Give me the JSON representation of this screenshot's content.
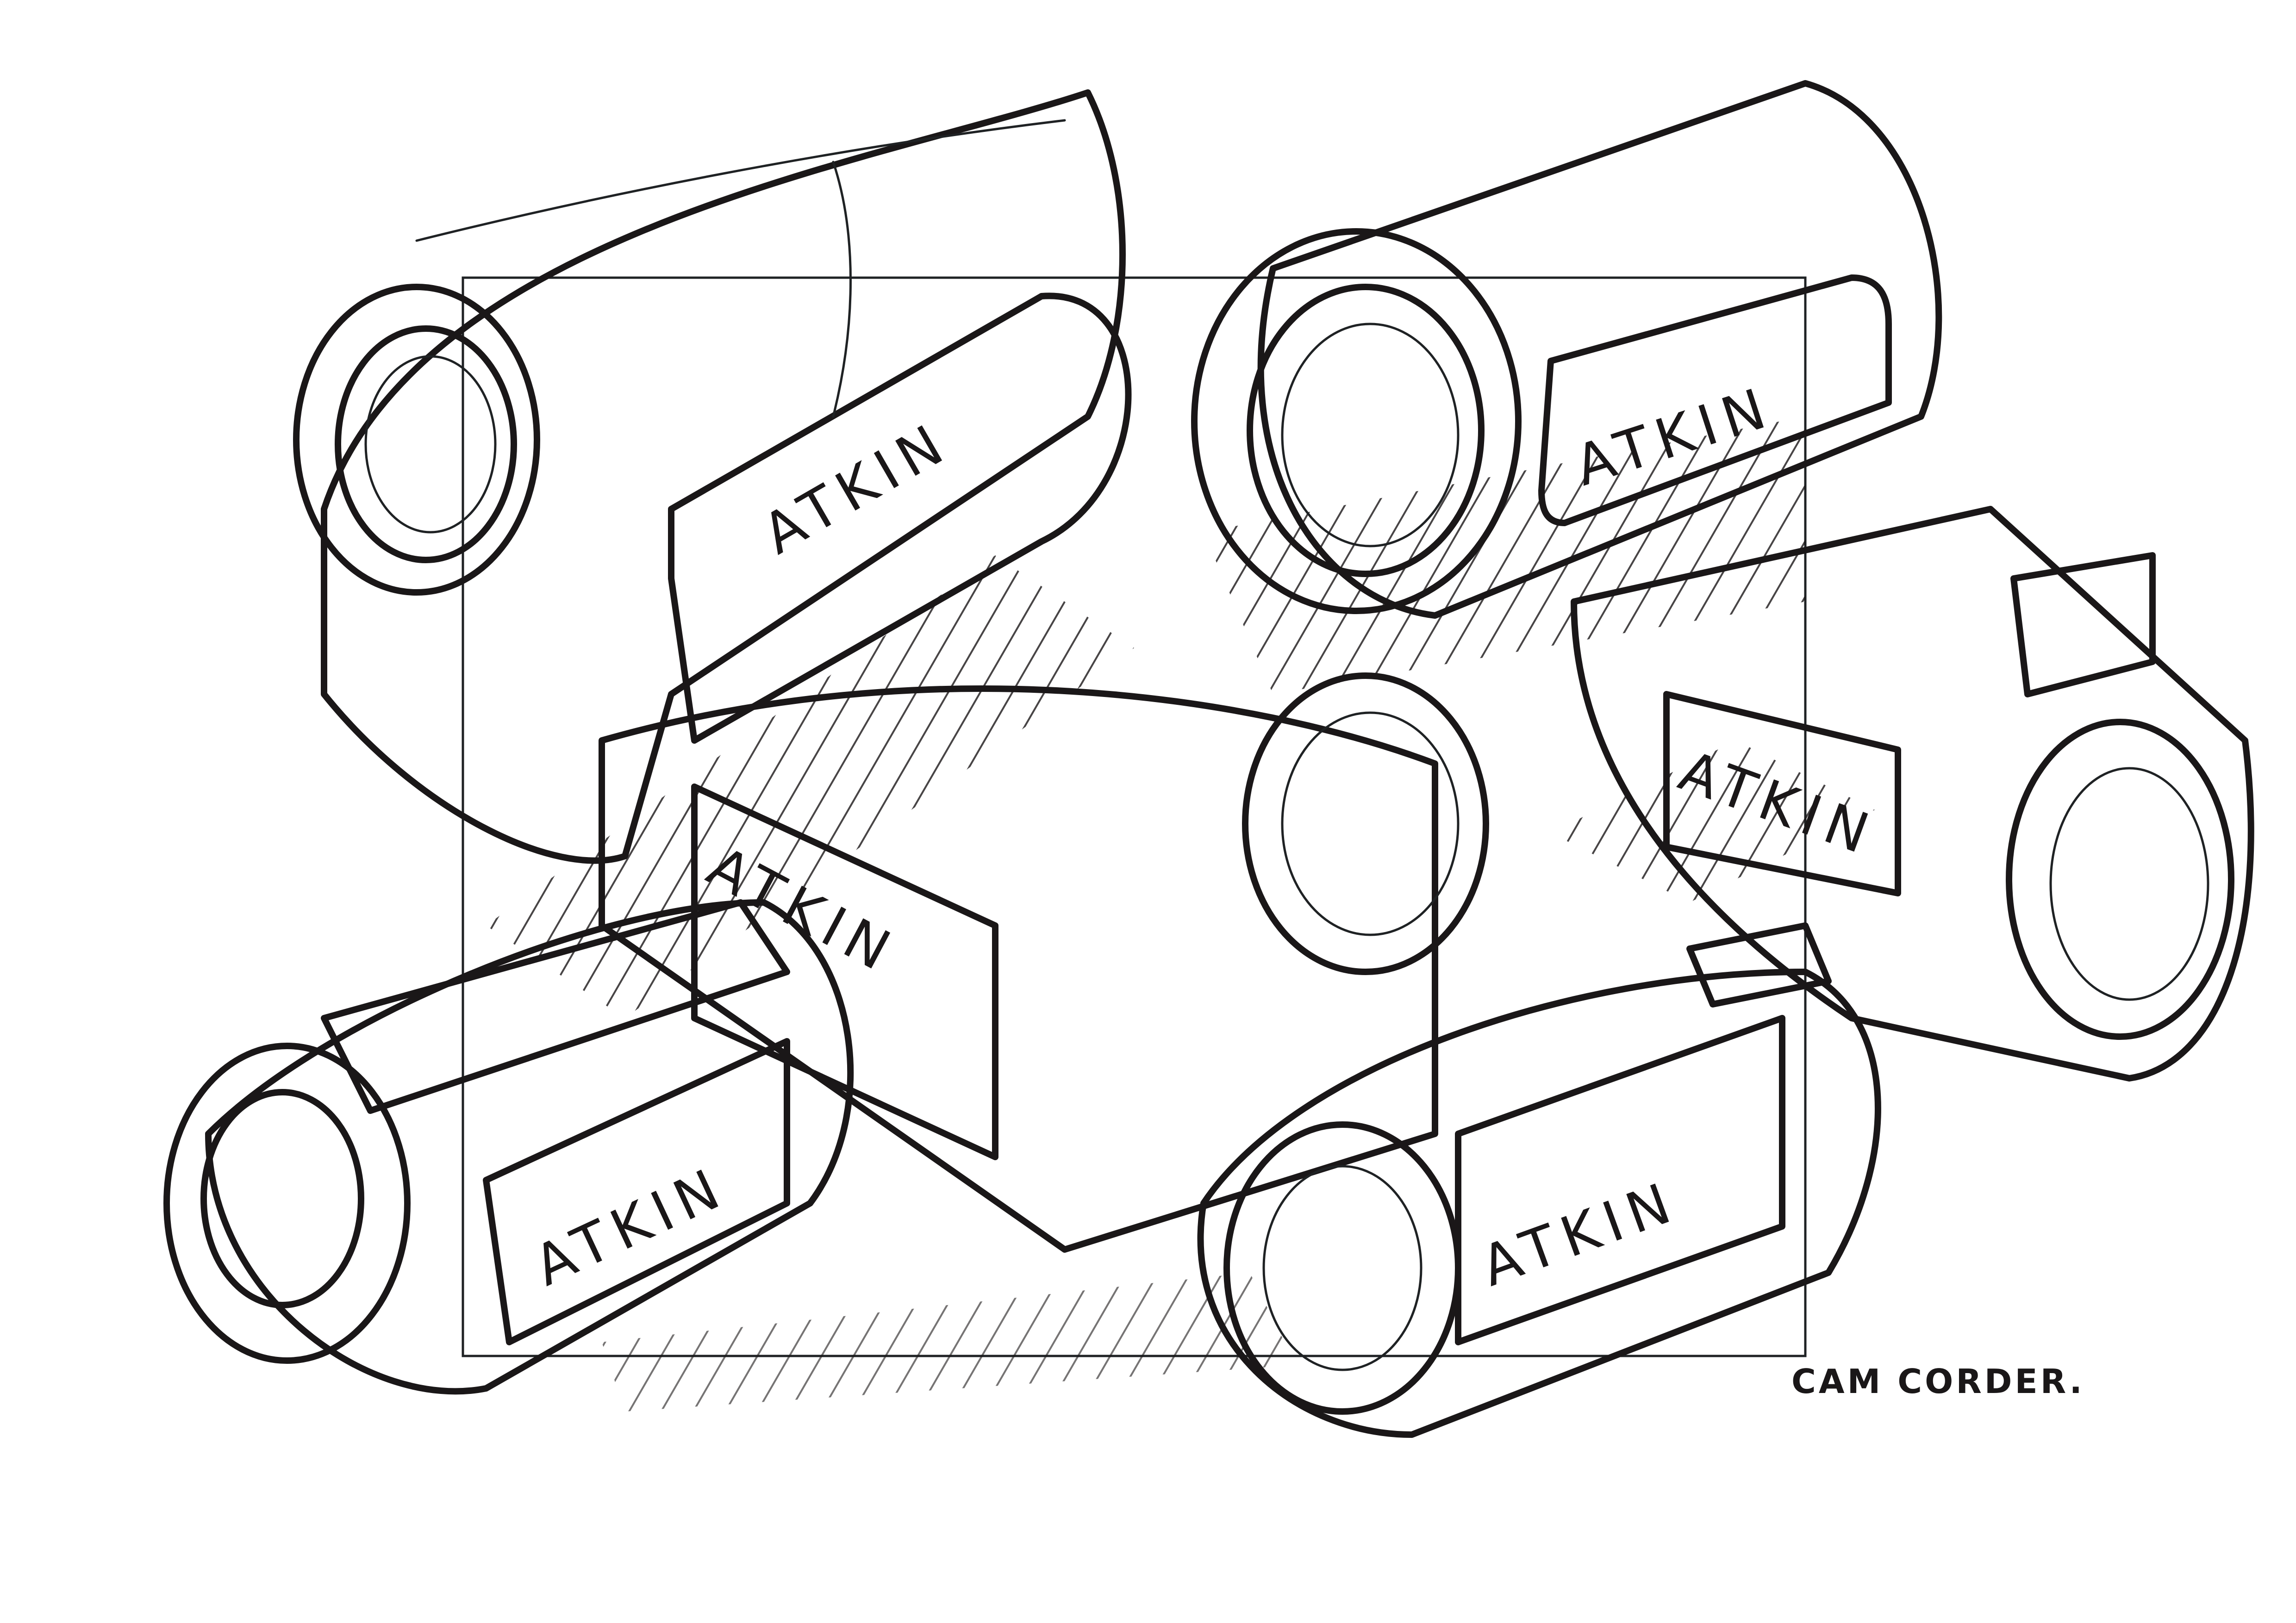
{
  "sketch": {
    "caption": "CAM CORDER.",
    "brand_label": "ATKIN",
    "colors": {
      "paper": "#ffffff",
      "ink": "#1a1718",
      "marker_light": "#d8d3d4",
      "marker_mid": "#a29a9c",
      "marker_dark": "#5a5355",
      "marker_darkest": "#3a3435"
    },
    "camcorders": [
      {
        "id": "top-left",
        "brand": "ATKIN",
        "shading": "none"
      },
      {
        "id": "top-right",
        "brand": "ATKIN",
        "shading": "dark"
      },
      {
        "id": "center",
        "brand": "ATKIN",
        "shading": "none"
      },
      {
        "id": "right",
        "brand": "ATKIN",
        "shading": "none"
      },
      {
        "id": "bottom-left",
        "brand": "ATKIN",
        "shading": "dark"
      },
      {
        "id": "bottom-right",
        "brand": "ATKIN",
        "shading": "mid"
      }
    ]
  }
}
